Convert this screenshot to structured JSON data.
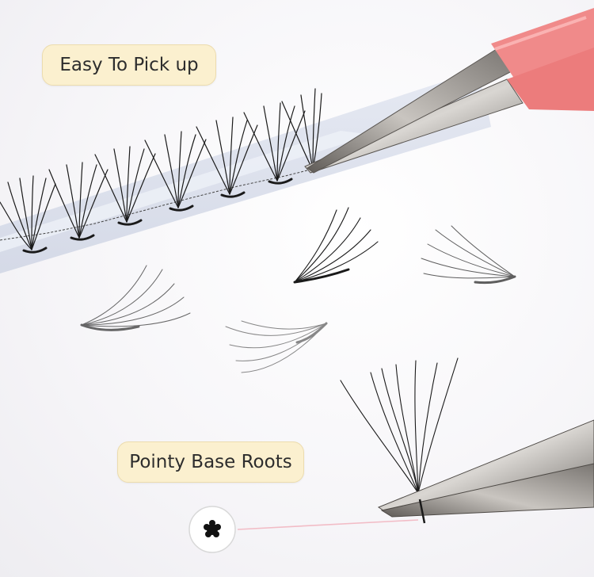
{
  "callouts": {
    "pick_up": "Easy To Pick up",
    "roots": "Pointy Base Roots"
  },
  "colors": {
    "callout_fill": "#fbf0cf",
    "tweezer_grip": "#f08a8a",
    "lash": "#1a1a1a",
    "pointer_line": "#f2bcc6"
  },
  "icons": [
    "lash-strip",
    "tweezers-top",
    "tweezers-bottom",
    "lash-fan",
    "root-magnifier-icon"
  ]
}
